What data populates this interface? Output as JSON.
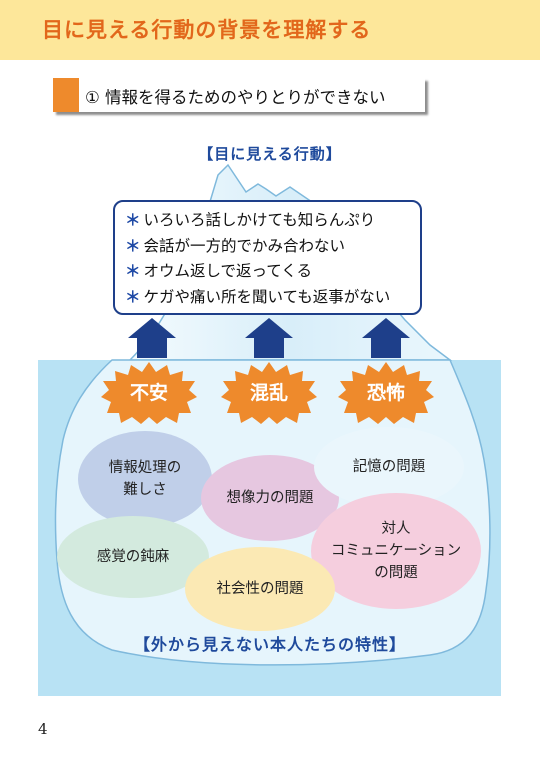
{
  "header": {
    "title": "目に見える行動の背景を理解する"
  },
  "subtitle": {
    "text": "① 情報を得るためのやりとりができない"
  },
  "visible_behavior": {
    "heading": "【目に見える行動】",
    "bullet": "＊",
    "items": [
      "いろいろ話しかけても知らんぷり",
      "会話が一方的でかみ合わない",
      "オウム返しで返ってくる",
      "ケガや痛い所を聞いても返事がない"
    ]
  },
  "emotions": [
    "不安",
    "混乱",
    "恐怖"
  ],
  "traits": [
    {
      "label": "情報処理の\n難しさ",
      "color": "#c0cfe9"
    },
    {
      "label": "想像力の問題",
      "color": "#e6c7e0"
    },
    {
      "label": "記憶の問題",
      "color": "#eaf6fc"
    },
    {
      "label": "感覚の鈍麻",
      "color": "#d3eade"
    },
    {
      "label": "対人\nコミュニケーション\nの問題",
      "color": "#f5cede"
    },
    {
      "label": "社会性の問題",
      "color": "#fbe9b4"
    }
  ],
  "hidden_heading": "【外から見えない本人たちの特性】",
  "page_number": "4",
  "colors": {
    "accent_orange": "#ee8a2c",
    "title_orange": "#e2671b",
    "header_yellow": "#fde79a",
    "navy": "#1e3f8a",
    "water": "#b8e2f4",
    "ice": "#e6f5fc"
  }
}
